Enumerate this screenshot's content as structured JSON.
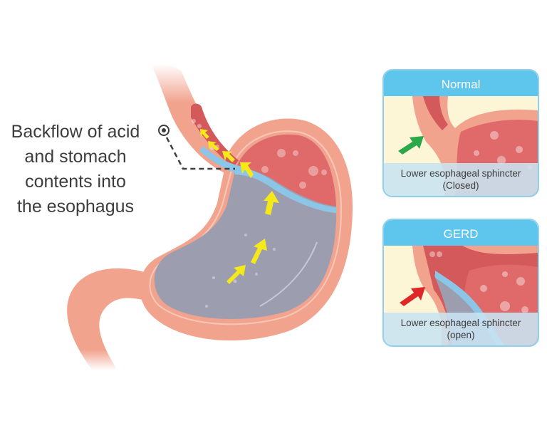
{
  "callout": {
    "lines": [
      "Backflow of acid",
      "and stomach",
      "contents into",
      "the esophagus"
    ],
    "marker_icon": "target-dot-icon"
  },
  "panels": [
    {
      "title": "Normal",
      "caption_line1": "Lower esophageal sphincter",
      "caption_line2": "(Closed)",
      "arrow_color": "#2aa84a",
      "state": "closed"
    },
    {
      "title": "GERD",
      "caption_line1": "Lower esophageal sphincter",
      "caption_line2": "(open)",
      "arrow_color": "#e02727",
      "state": "open"
    }
  ],
  "colors": {
    "tissue": "#f2a38e",
    "tissue_inner": "#e8806e",
    "stomach_upper": "#e06a6a",
    "stomach_lower": "#9c9eb0",
    "acid": "#8cc6e6",
    "reflux_arrows": "#f5e91a",
    "panel_header": "#5ec5ec",
    "panel_border": "#8fd0ee"
  }
}
